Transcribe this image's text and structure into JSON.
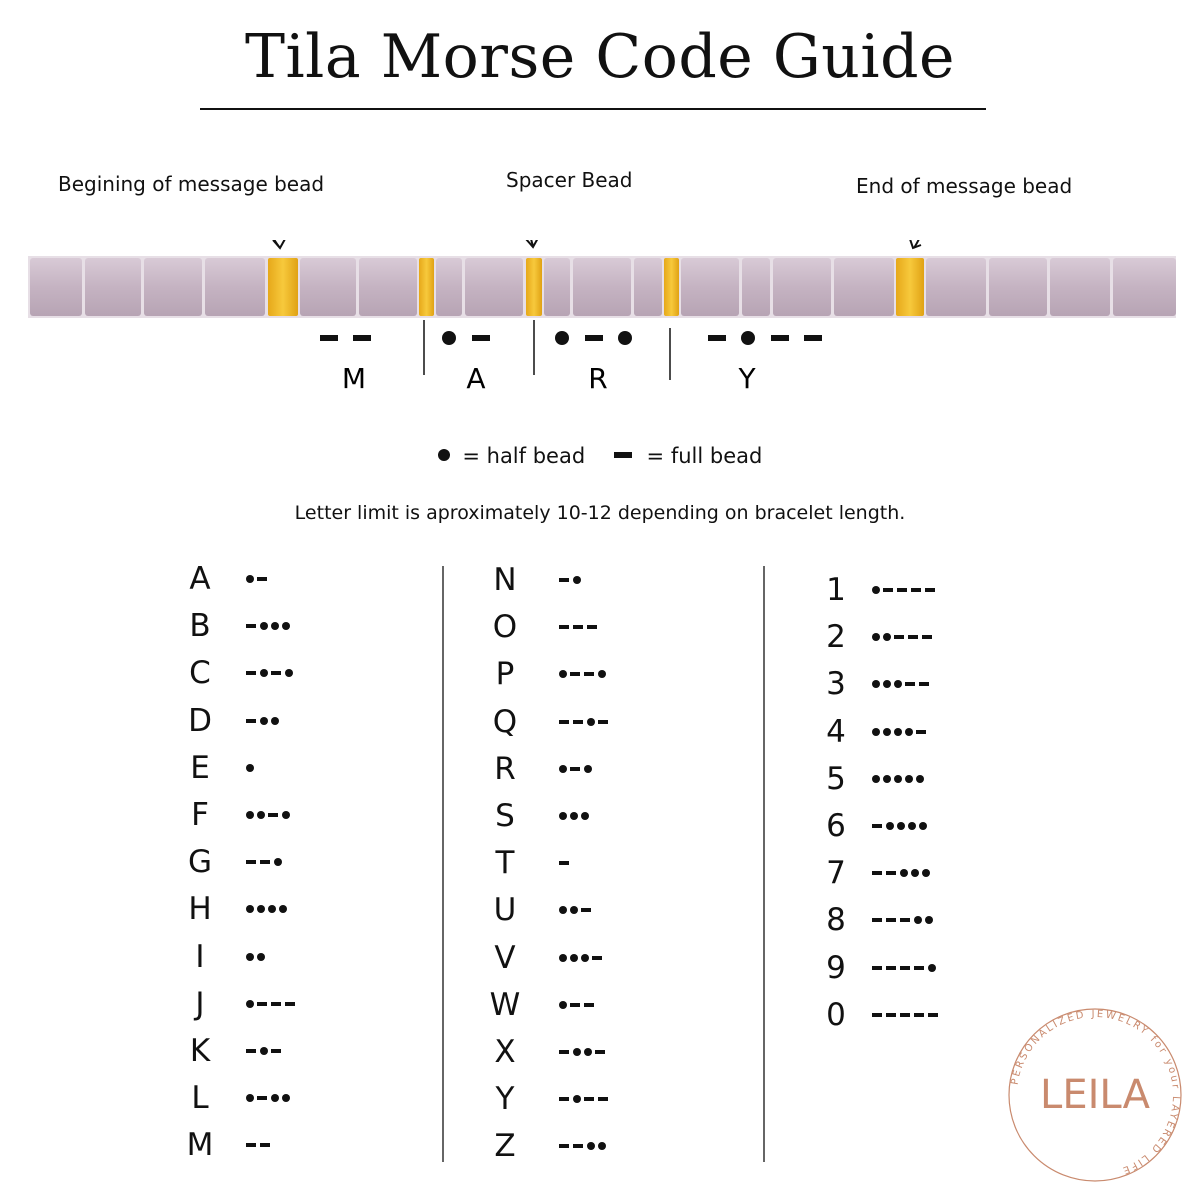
{
  "title": "Tila Morse Code Guide",
  "callouts": {
    "begin": "Begining of message bead",
    "spacer": "Spacer Bead",
    "end": "End of message bead"
  },
  "example": {
    "letters": [
      {
        "letter": "M",
        "code": "--"
      },
      {
        "letter": "A",
        "code": ".-"
      },
      {
        "letter": "R",
        "code": ".-."
      },
      {
        "letter": "Y",
        "code": "-.--"
      }
    ]
  },
  "legend": {
    "half": "= half bead",
    "full": "= full bead"
  },
  "limit_note": "Letter limit is aproximately 10-12 depending on bracelet length.",
  "alphabet": {
    "col1": [
      {
        "char": "A",
        "code": ".-"
      },
      {
        "char": "B",
        "code": "-..."
      },
      {
        "char": "C",
        "code": "-.-."
      },
      {
        "char": "D",
        "code": "-.."
      },
      {
        "char": "E",
        "code": "."
      },
      {
        "char": "F",
        "code": "..-."
      },
      {
        "char": "G",
        "code": "--."
      },
      {
        "char": "H",
        "code": "...."
      },
      {
        "char": "I",
        "code": ".."
      },
      {
        "char": "J",
        "code": ".---"
      },
      {
        "char": "K",
        "code": "-.-"
      },
      {
        "char": "L",
        "code": ".-.."
      },
      {
        "char": "M",
        "code": "--"
      }
    ],
    "col2": [
      {
        "char": "N",
        "code": "-."
      },
      {
        "char": "O",
        "code": "---"
      },
      {
        "char": "P",
        "code": ".--."
      },
      {
        "char": "Q",
        "code": "--.-"
      },
      {
        "char": "R",
        "code": ".-."
      },
      {
        "char": "S",
        "code": "..."
      },
      {
        "char": "T",
        "code": "-"
      },
      {
        "char": "U",
        "code": "..-"
      },
      {
        "char": "V",
        "code": "...-"
      },
      {
        "char": "W",
        "code": ".--"
      },
      {
        "char": "X",
        "code": "-..-"
      },
      {
        "char": "Y",
        "code": "-.--"
      },
      {
        "char": "Z",
        "code": "--.."
      }
    ],
    "col3": [
      {
        "char": "1",
        "code": ".----"
      },
      {
        "char": "2",
        "code": "..---"
      },
      {
        "char": "3",
        "code": "...--"
      },
      {
        "char": "4",
        "code": "....-"
      },
      {
        "char": "5",
        "code": "....."
      },
      {
        "char": "6",
        "code": "-...."
      },
      {
        "char": "7",
        "code": "--..."
      },
      {
        "char": "8",
        "code": "---.."
      },
      {
        "char": "9",
        "code": "----."
      },
      {
        "char": "0",
        "code": "-----"
      }
    ]
  },
  "logo": {
    "name": "LEILA",
    "ring_text": "PERSONALIZED JEWELRY for your LAYERED LIFE",
    "color": "#c98a6e"
  },
  "colors": {
    "bead": "#c9b8c6",
    "gold": "#f2b92a",
    "ink": "#111111"
  }
}
